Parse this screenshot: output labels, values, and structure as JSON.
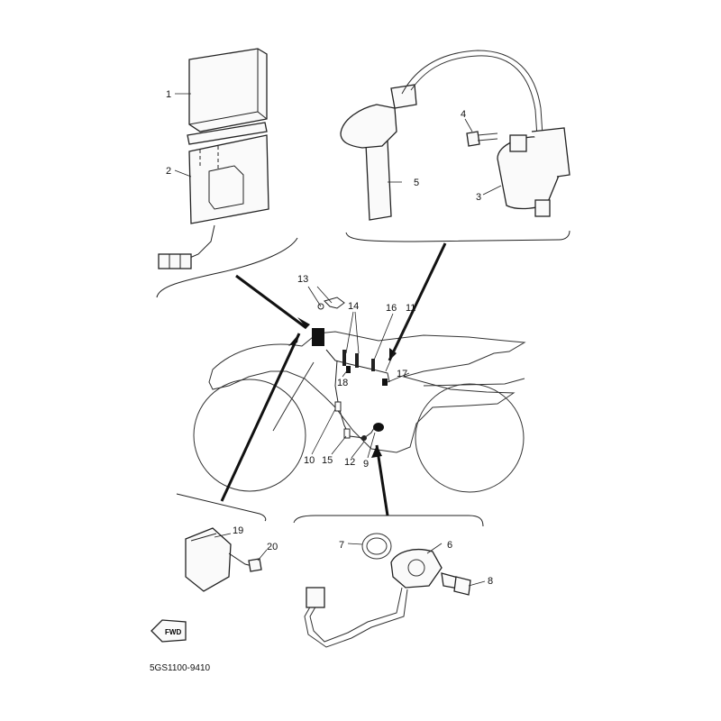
{
  "diagram": {
    "code": "5GS1100-9410",
    "direction_badge": "FWD",
    "callouts": {
      "c1": "1",
      "c2": "2",
      "c3": "3",
      "c4": "4",
      "c5": "5",
      "c6": "6",
      "c7": "7",
      "c8": "8",
      "c9": "9",
      "c10": "10",
      "c11": "11",
      "c12": "12",
      "c13": "13",
      "c14": "14",
      "c15": "15",
      "c16": "16",
      "c17": "17",
      "c18": "18",
      "c19": "19",
      "c20": "20"
    }
  }
}
